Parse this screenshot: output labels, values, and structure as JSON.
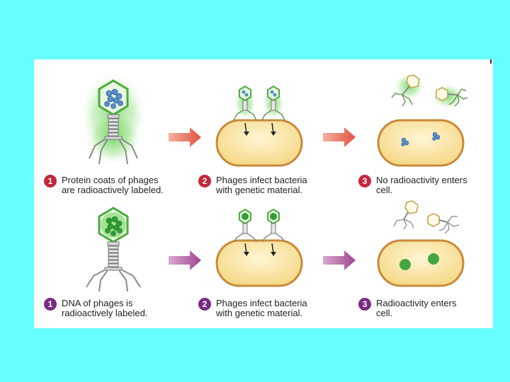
{
  "row1": {
    "step1": {
      "number": "1",
      "text": "Protein coats of phages\nare radioactively labeled."
    },
    "step2": {
      "number": "2",
      "text": "Phages infect bacteria\nwith genetic material."
    },
    "step3": {
      "number": "3",
      "text": "No radioactivity enters\ncell."
    }
  },
  "row2": {
    "step1": {
      "number": "1",
      "text": "DNA of phages is\nradioactively labeled."
    },
    "step2": {
      "number": "2",
      "text": "Phages infect bacteria\nwith genetic material."
    },
    "step3": {
      "number": "3",
      "text": "Radioactivity enters\ncell."
    }
  },
  "colors": {
    "background": "#66ffff",
    "row1_arrow": "#e0533d",
    "row2_arrow": "#a0448f",
    "label_green": "#6bd45a",
    "dna_blue": "#5a8fc8",
    "dna_green": "#2f9e34",
    "cell_fill": "#fbe8a6",
    "cell_stroke": "#c98a3a",
    "badge_row1": "#c4283a",
    "badge_row2": "#7a2b83"
  }
}
